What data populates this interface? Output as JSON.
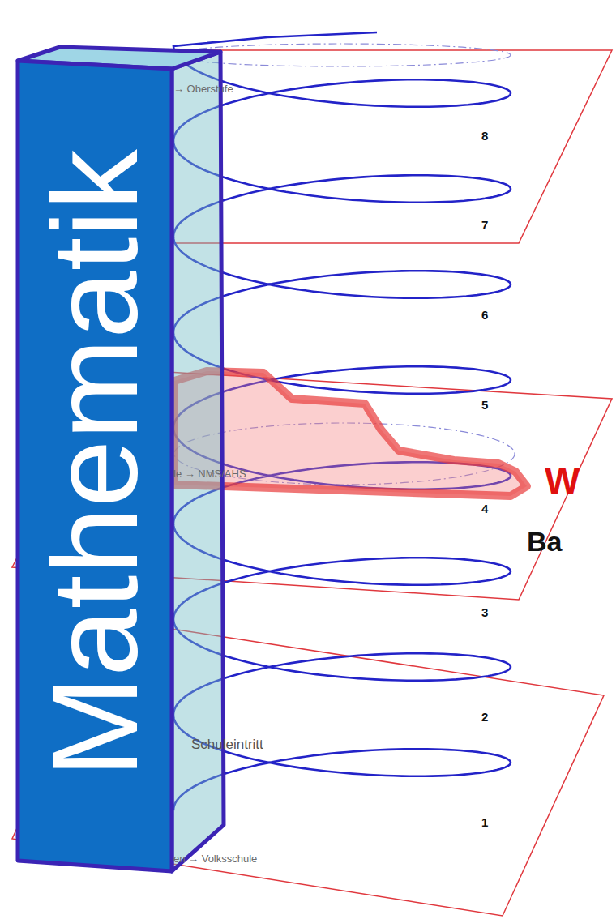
{
  "diagram": {
    "nodes": [
      {
        "text": [
          "Mathematik"
        ]
      }
    ],
    "labels": [
      "→ Oberstufe",
      "8",
      "7",
      "6",
      "5",
      "le → NMS/AHS",
      "W",
      "4",
      "Ba",
      "3",
      "2",
      "Schuleintritt",
      "1",
      "en → Volksschule"
    ]
  }
}
